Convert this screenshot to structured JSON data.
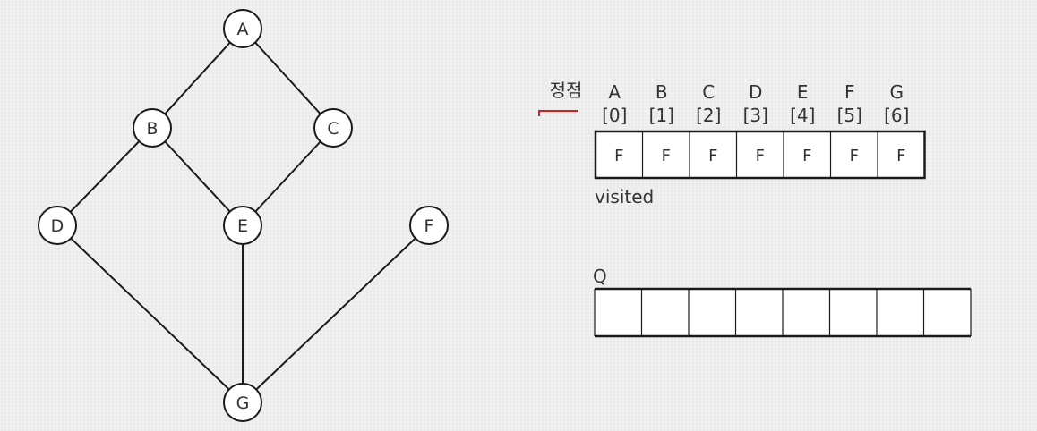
{
  "graph": {
    "nodes": [
      {
        "id": "A",
        "label": "A"
      },
      {
        "id": "B",
        "label": "B"
      },
      {
        "id": "C",
        "label": "C"
      },
      {
        "id": "D",
        "label": "D"
      },
      {
        "id": "E",
        "label": "E"
      },
      {
        "id": "F",
        "label": "F"
      },
      {
        "id": "G",
        "label": "G"
      }
    ],
    "edges": [
      [
        "A",
        "B"
      ],
      [
        "A",
        "C"
      ],
      [
        "B",
        "D"
      ],
      [
        "B",
        "E"
      ],
      [
        "C",
        "E"
      ],
      [
        "D",
        "G"
      ],
      [
        "E",
        "G"
      ],
      [
        "F",
        "G"
      ]
    ]
  },
  "visited": {
    "header_label": "정점",
    "vertices": [
      "A",
      "B",
      "C",
      "D",
      "E",
      "F",
      "G"
    ],
    "indices": [
      "[0]",
      "[1]",
      "[2]",
      "[3]",
      "[4]",
      "[5]",
      "[6]"
    ],
    "values": [
      "F",
      "F",
      "F",
      "F",
      "F",
      "F",
      "F"
    ],
    "label": "visited"
  },
  "queue": {
    "label": "Q",
    "slots": [
      "",
      "",
      "",
      "",
      "",
      "",
      "",
      ""
    ]
  },
  "colors": {
    "line": "#1a1a1a",
    "node_fill": "#ffffff",
    "accent_mark": "#cc2222"
  }
}
